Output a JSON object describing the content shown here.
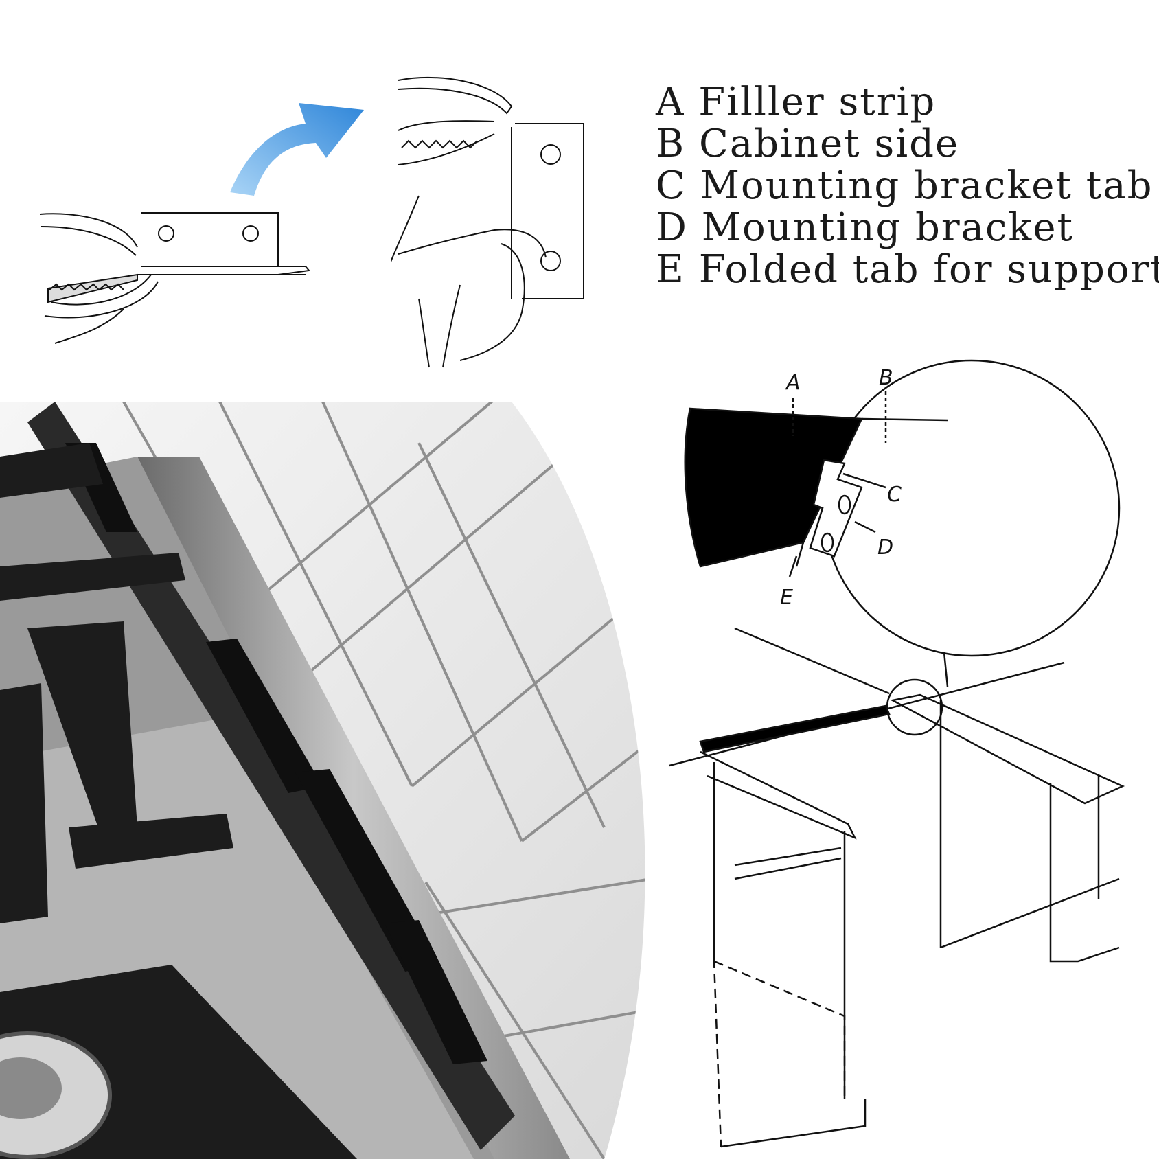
{
  "legend": [
    {
      "letter": "A",
      "text": "Filller strip"
    },
    {
      "letter": "B",
      "text": "Cabinet side"
    },
    {
      "letter": "C",
      "text": "Mounting bracket tab"
    },
    {
      "letter": "D",
      "text": "Mounting bracket"
    },
    {
      "letter": "E",
      "text": "Folded tab for support"
    }
  ],
  "callouts": {
    "a": "A",
    "b": "B",
    "c": "C",
    "d": "D",
    "e": "E"
  },
  "colors": {
    "arrow": "#4a9fe6",
    "ink": "#111111",
    "photo_bg": "#e8e8e8"
  }
}
